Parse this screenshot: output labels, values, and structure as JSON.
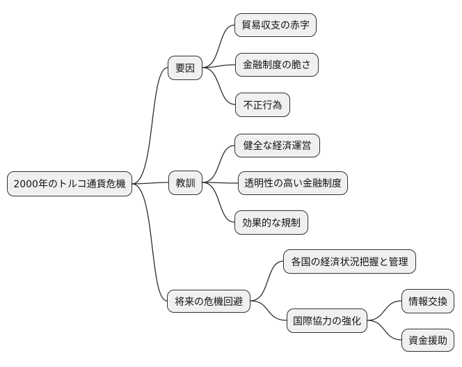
{
  "diagram": {
    "type": "mindmap",
    "colors": {
      "background": "#ffffff",
      "node_fill": "#f0f0f0",
      "node_border": "#2b2b2b",
      "connector": "#2b2b2b"
    },
    "root": {
      "label": "2000年のトルコ通貨危機"
    },
    "branches": [
      {
        "label": "要因",
        "children": [
          {
            "label": "貿易収支の赤字"
          },
          {
            "label": "金融制度の脆さ"
          },
          {
            "label": "不正行為"
          }
        ]
      },
      {
        "label": "教訓",
        "children": [
          {
            "label": "健全な経済運営"
          },
          {
            "label": "透明性の高い金融制度"
          },
          {
            "label": "効果的な規制"
          }
        ]
      },
      {
        "label": "将来の危機回避",
        "children": [
          {
            "label": "各国の経済状況把握と管理"
          },
          {
            "label": "国際協力の強化",
            "children": [
              {
                "label": "情報交換"
              },
              {
                "label": "資金援助"
              }
            ]
          }
        ]
      }
    ]
  }
}
